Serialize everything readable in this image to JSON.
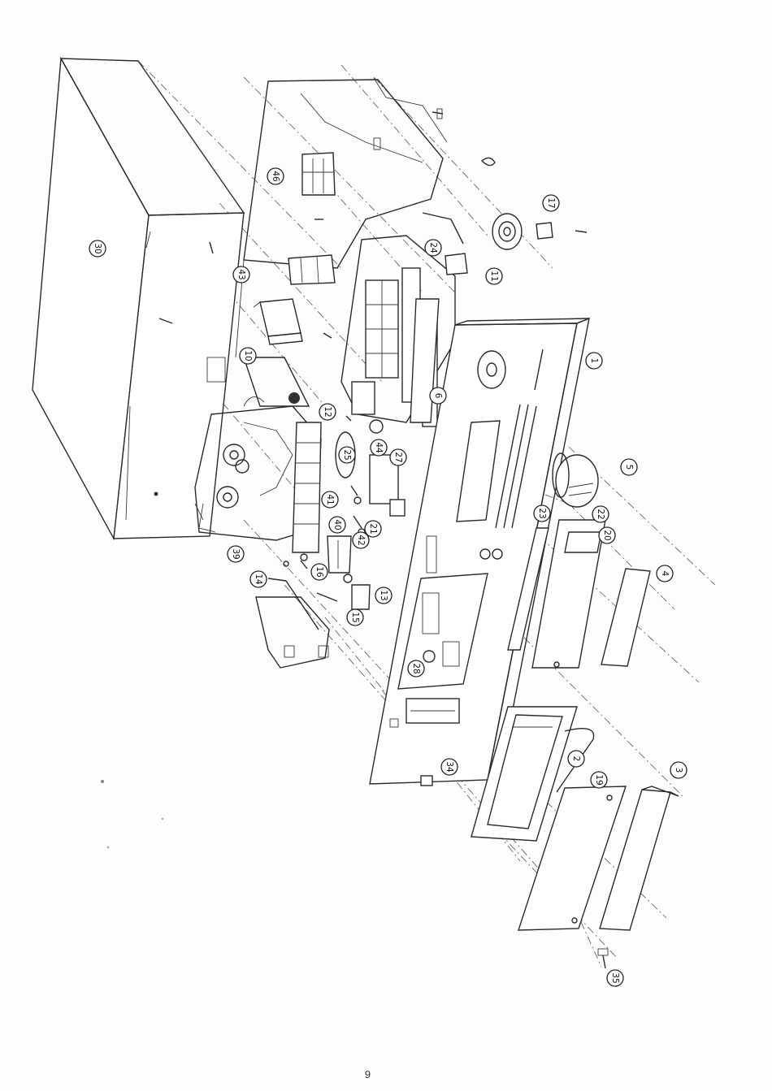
{
  "document": {
    "page_number": "9",
    "diagram_type": "exploded view",
    "callouts": [
      "30",
      "46",
      "43",
      "10",
      "12",
      "39",
      "14",
      "16",
      "15",
      "13",
      "41",
      "40",
      "21",
      "42",
      "25",
      "44",
      "27",
      "17",
      "24",
      "11",
      "6",
      "1",
      "5",
      "23",
      "22",
      "20",
      "4",
      "28",
      "34",
      "2",
      "19",
      "3",
      "35"
    ]
  }
}
